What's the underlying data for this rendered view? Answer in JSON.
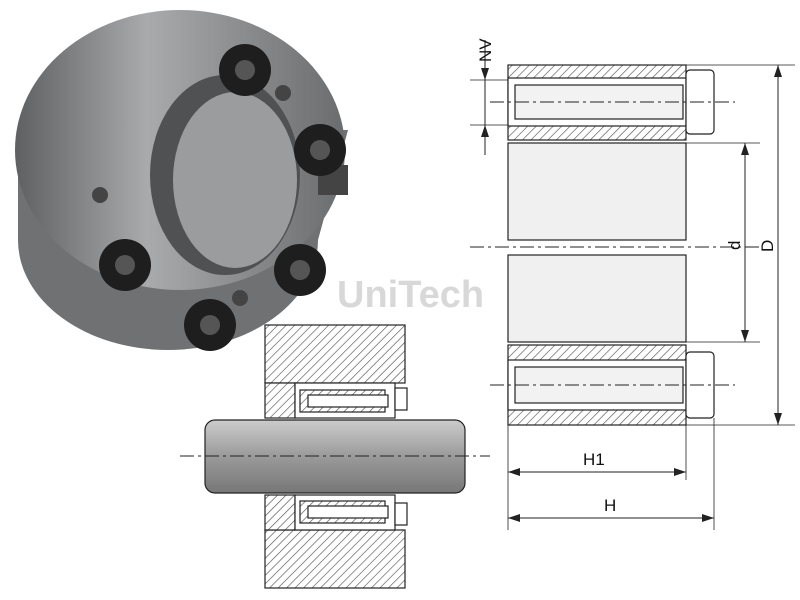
{
  "watermark": {
    "brand": "UniTech"
  },
  "dimensions": {
    "nv": "NV",
    "d": "d",
    "D": "D",
    "H1": "H1",
    "H": "H"
  },
  "colors": {
    "metal": "#8a8c8e",
    "bolt": "#1c1c1c",
    "hatch": "#555555"
  }
}
